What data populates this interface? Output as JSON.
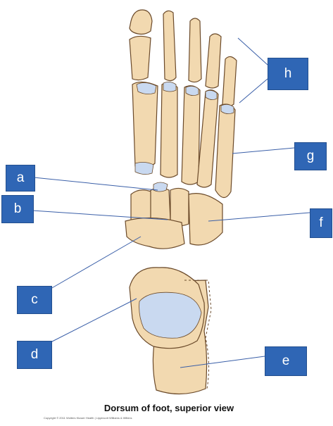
{
  "labels": {
    "a": "a",
    "b": "b",
    "c": "c",
    "d": "d",
    "e": "e",
    "f": "f",
    "g": "g",
    "h": "h"
  },
  "caption": "Dorsum of foot, superior view",
  "copyright": "Copyright © 2011 Wolters Kluwer Health | Lippincott Williams & Wilkins",
  "colors": {
    "label_fill": "#2f66b5",
    "bone_fill": "#f2d9b0",
    "bone_outline": "#6b4a2a",
    "cartilage": "#c9d9f0",
    "leader_line": "#3a5fa8"
  }
}
